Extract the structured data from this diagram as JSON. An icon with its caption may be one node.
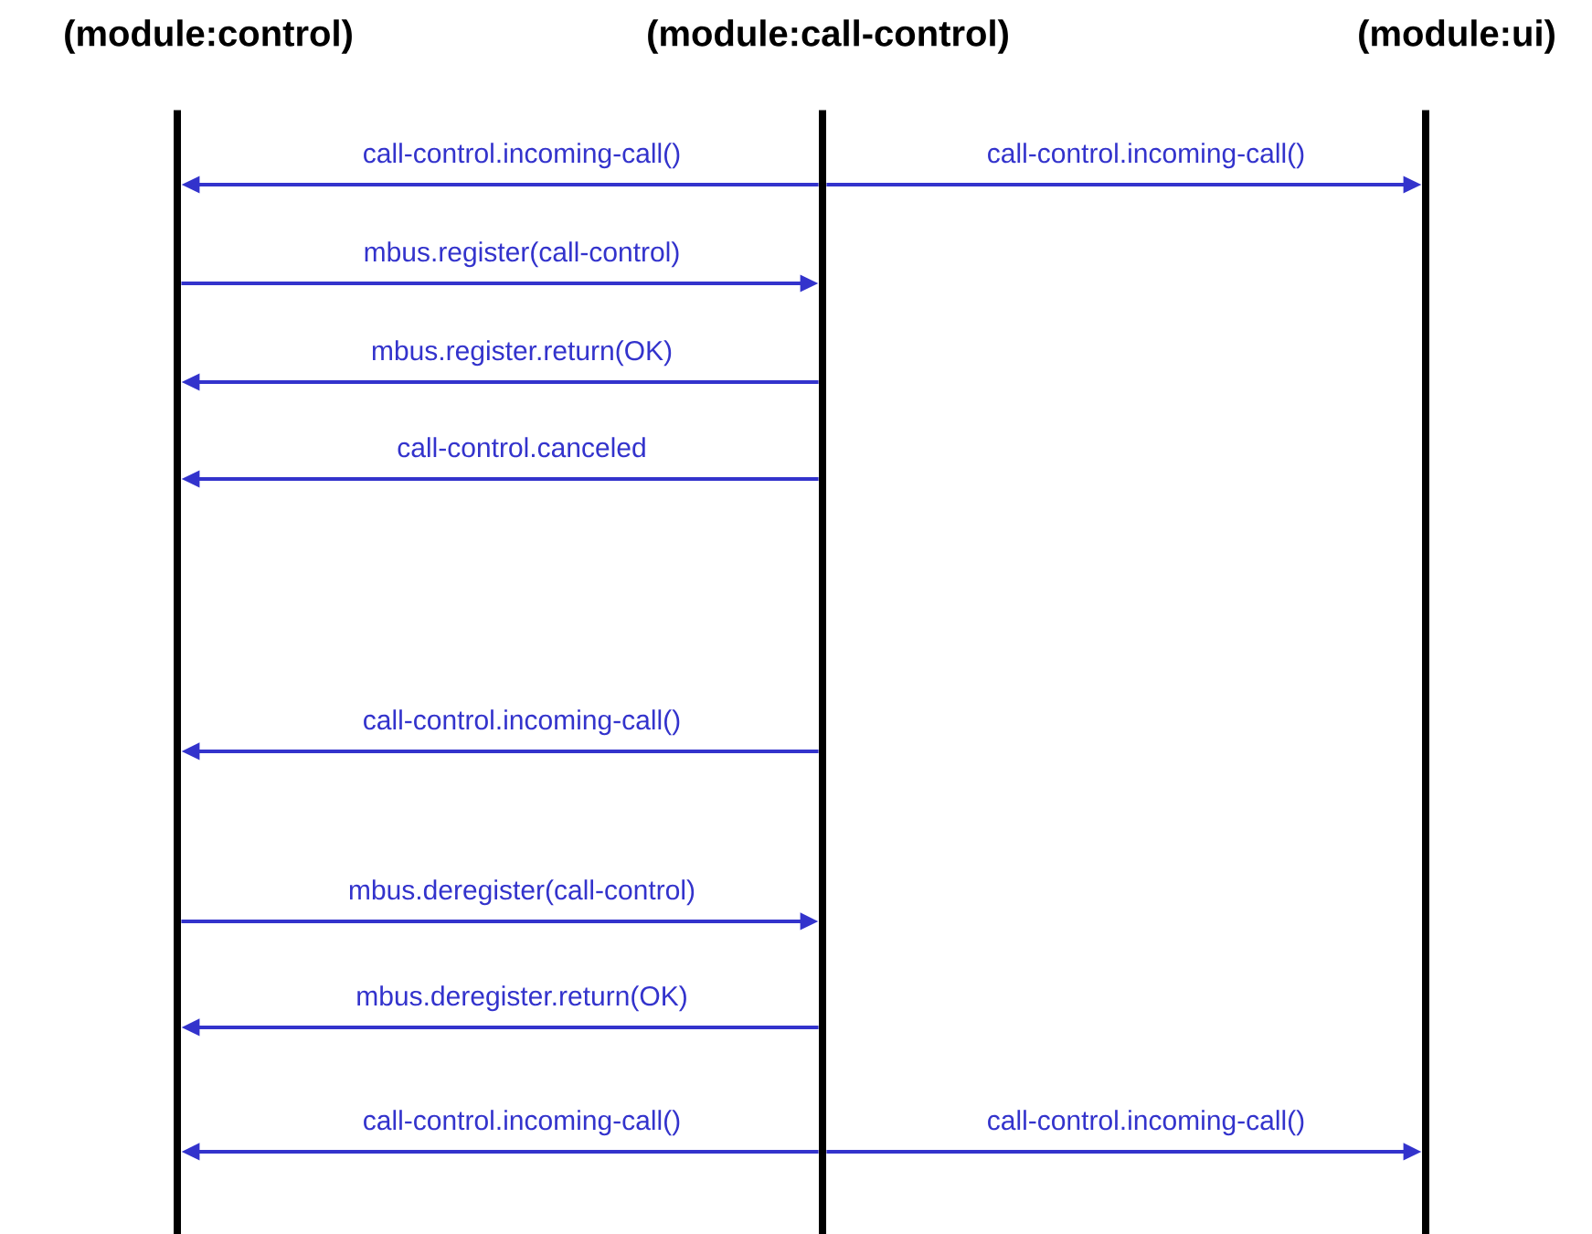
{
  "diagram": {
    "nodes": [
      {
        "text": [
          "(module:control)"
        ]
      },
      {
        "text": [
          "(module:call-control)"
        ]
      },
      {
        "text": [
          "(module:ui)"
        ]
      }
    ],
    "edges": [
      {
        "from": 1,
        "to": 0,
        "arrow": "to",
        "label": "call-control.incoming-call()"
      },
      {
        "from": 1,
        "to": 2,
        "arrow": "to",
        "label": "call-control.incoming-call()"
      },
      {
        "from": 0,
        "to": 1,
        "arrow": "to",
        "label": "mbus.register(call-control)"
      },
      {
        "from": 1,
        "to": 0,
        "arrow": "to",
        "label": "mbus.register.return(OK)"
      },
      {
        "from": 1,
        "to": 0,
        "arrow": "to",
        "label": "call-control.canceled"
      },
      {
        "from": 1,
        "to": 0,
        "arrow": "to",
        "label": "call-control.incoming-call()"
      },
      {
        "from": 0,
        "to": 1,
        "arrow": "to",
        "label": "mbus.deregister(call-control)"
      },
      {
        "from": 1,
        "to": 0,
        "arrow": "to",
        "label": "mbus.deregister.return(OK)"
      },
      {
        "from": 1,
        "to": 0,
        "arrow": "to",
        "label": "call-control.incoming-call()"
      },
      {
        "from": 1,
        "to": 2,
        "arrow": "to",
        "label": "call-control.incoming-call()"
      }
    ]
  }
}
